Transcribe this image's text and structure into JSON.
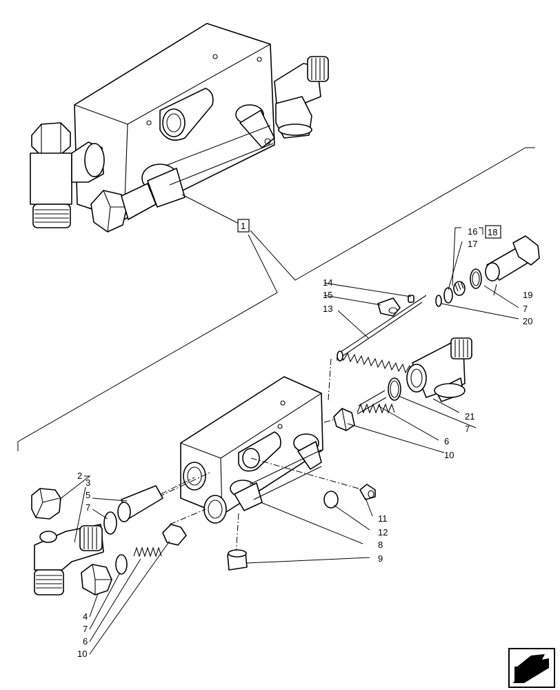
{
  "callouts": {
    "c1": "1",
    "c2": "2",
    "c3": "3",
    "c4": "4",
    "c5": "5",
    "c6a": "6",
    "c6b": "6",
    "c7a": "7",
    "c7b": "7",
    "c7c": "7",
    "c7d": "7",
    "c8": "8",
    "c9": "9",
    "c10a": "10",
    "c10b": "10",
    "c11": "11",
    "c12": "12",
    "c13": "13",
    "c14": "14",
    "c15": "15",
    "c16": "16",
    "c17": "17",
    "c18": "18",
    "c19": "19",
    "c20": "20",
    "c21": "21"
  },
  "icons": {
    "nav": "next-page-arrow-icon"
  }
}
